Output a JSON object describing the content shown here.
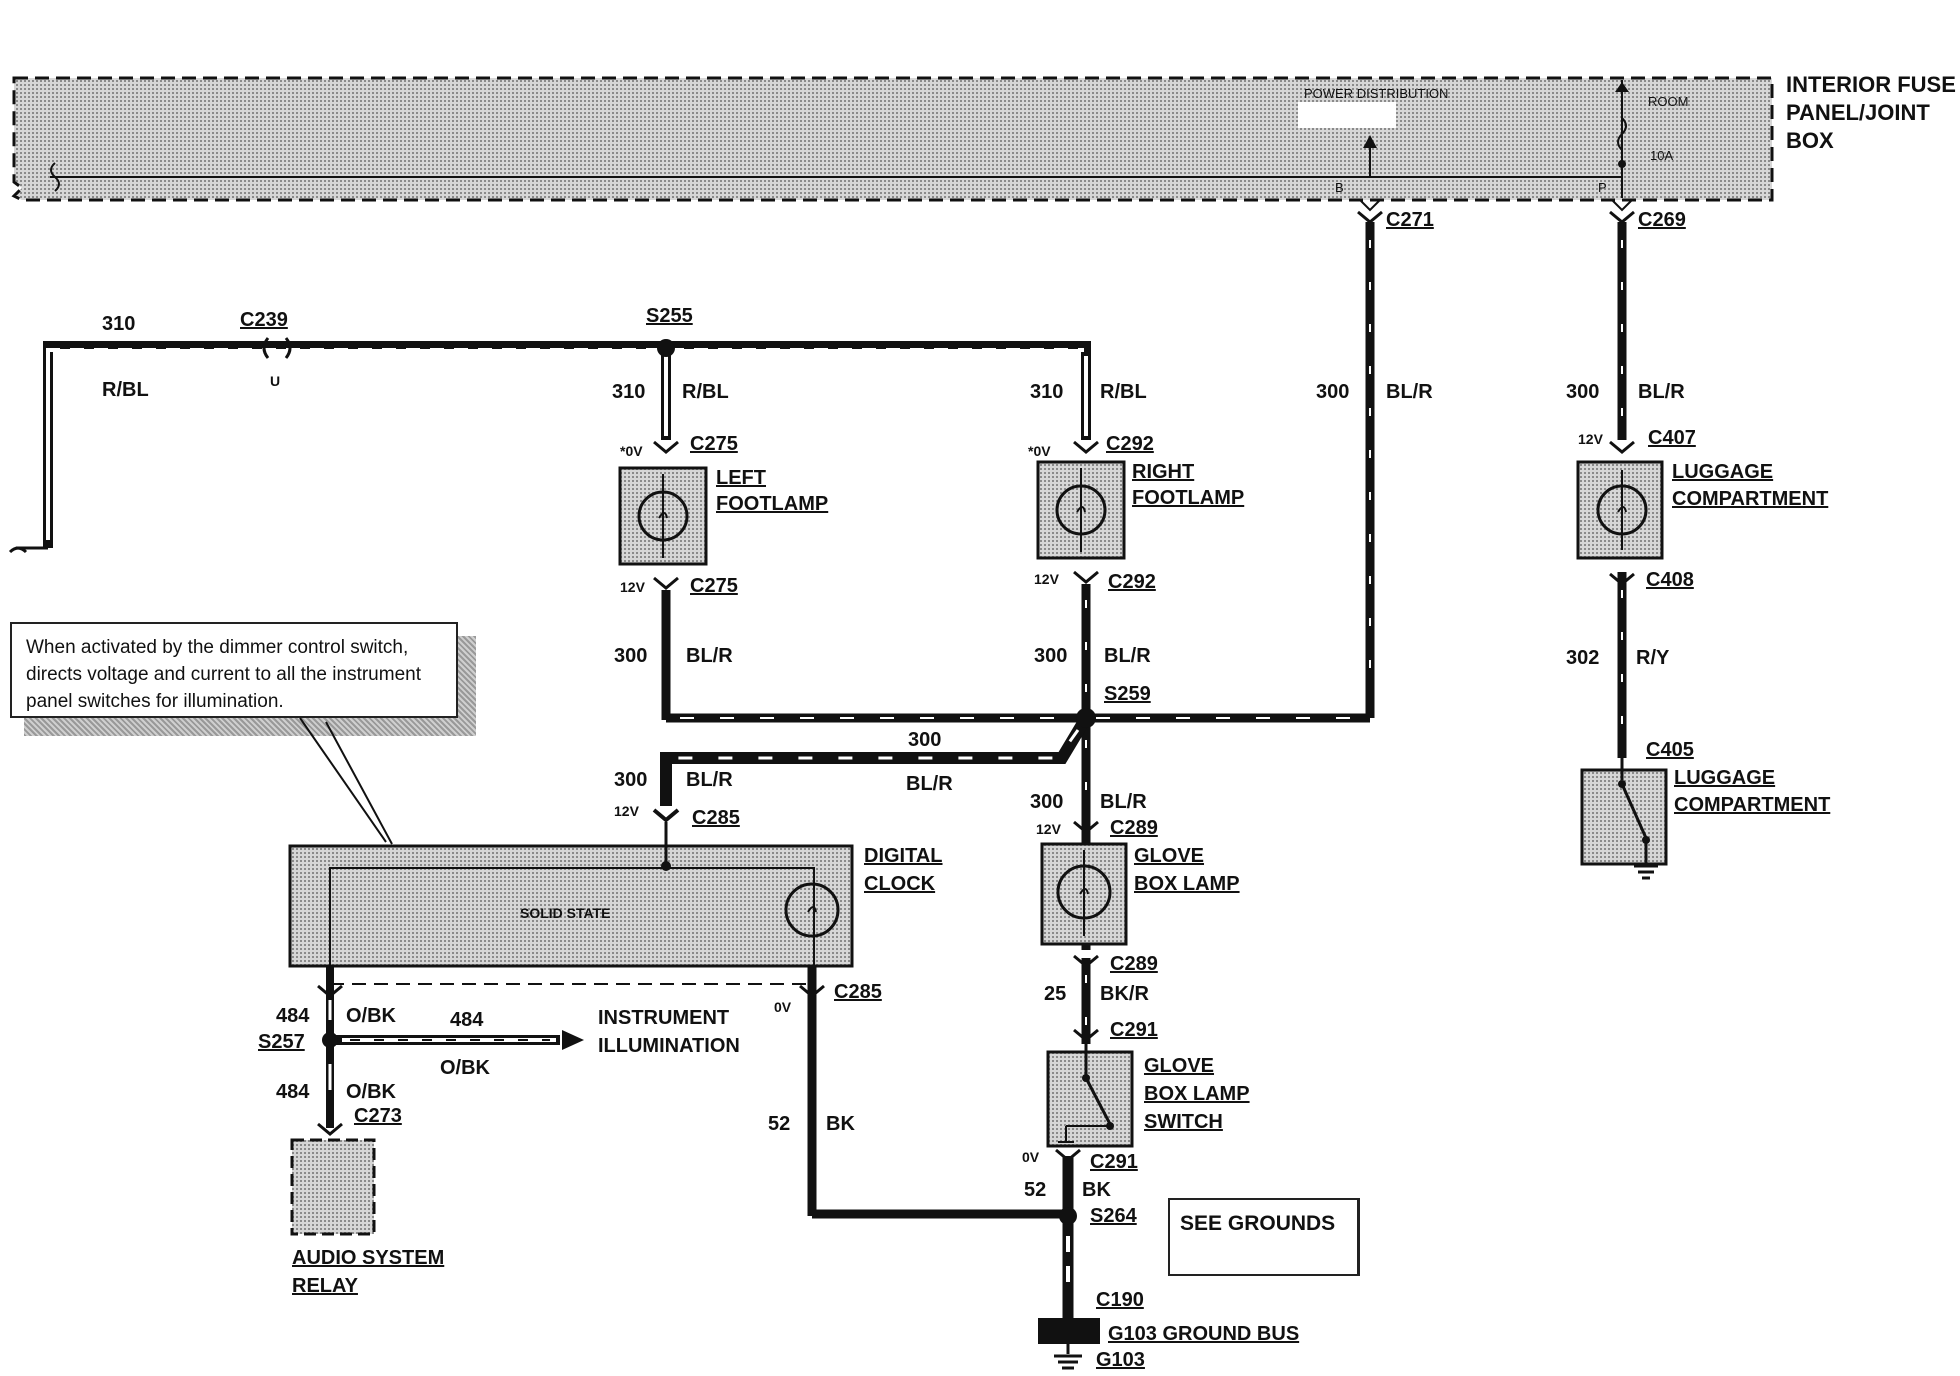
{
  "fuse_panel": {
    "name": "INTERIOR FUSE\nPANEL/JOINT\nBOX",
    "name_lines": [
      "INTERIOR FUSE",
      "PANEL/JOINT",
      "BOX"
    ],
    "power_distribution": "POWER DISTRIBUTION",
    "fuse_label": "ROOM",
    "fuse_rating": "10A",
    "pin_b": "B",
    "pin_p": "P"
  },
  "connectors": {
    "c271": "C271",
    "c269": "C269",
    "c239": "C239",
    "c239_pin": "U",
    "c275_top": "C275",
    "c275_bottom": "C275",
    "c292_top": "C292",
    "c292_bottom": "C292",
    "c407": "C407",
    "c408": "C408",
    "c405": "C405",
    "c285_top": "C285",
    "c285_bottom": "C285",
    "c289_top": "C289",
    "c289_bottom": "C289",
    "c291_top": "C291",
    "c291_bottom": "C291",
    "c273": "C273",
    "c190": "C190"
  },
  "splices": {
    "s255": "S255",
    "s259": "S259",
    "s257": "S257",
    "s264": "S264"
  },
  "wires": {
    "w310_top": "310",
    "rbl_left": "R/BL",
    "w310_left": "310",
    "rbl_left_lamp": "R/BL",
    "w310_right": "310",
    "rbl_right_lamp": "R/BL",
    "w300_feed": "300",
    "blr_feed": "BL/R",
    "w300_lug": "300",
    "blr_lug": "BL/R",
    "w300_left": "300",
    "blr_left": "BL/R",
    "w300_right": "300",
    "blr_right": "BL/R",
    "w302": "302",
    "ry": "R/Y",
    "w300_clock_a": "300",
    "blr_clock_a": "BL/R",
    "w300_mid": "300",
    "blr_mid": "BL/R",
    "w300_glove": "300",
    "blr_glove": "BL/R",
    "w25": "25",
    "bkr": "BK/R",
    "w484_top": "484",
    "obk_top": "O/BK",
    "w484_inst": "484",
    "obk_inst": "O/BK",
    "w484_bottom": "484",
    "obk_bottom": "O/BK",
    "w52_clock": "52",
    "bk_clock": "BK",
    "w52_ground": "52",
    "bk_ground": "BK"
  },
  "voltages": {
    "left_top": "*0V",
    "right_top": "*0V",
    "left_bottom": "12V",
    "right_bottom": "12V",
    "lug_top": "12V",
    "clock_in": "12V",
    "glove_top": "12V",
    "clock_out": "0V",
    "glove_switch": "0V"
  },
  "components": {
    "left_footlamp": [
      "LEFT",
      "FOOTLAMP"
    ],
    "right_footlamp": [
      "RIGHT",
      "FOOTLAMP"
    ],
    "luggage_lamp": [
      "LUGGAGE",
      "COMPARTMENT"
    ],
    "luggage_switch": [
      "LUGGAGE",
      "COMPARTMENT"
    ],
    "digital_clock": [
      "DIGITAL",
      "CLOCK"
    ],
    "solid_state": "SOLID STATE",
    "glove_box_lamp": [
      "GLOVE",
      "BOX LAMP"
    ],
    "glove_box_switch": [
      "GLOVE",
      "BOX LAMP",
      "SWITCH"
    ],
    "instrument_illumination": [
      "INSTRUMENT",
      "ILLUMINATION"
    ],
    "audio_relay": [
      "AUDIO SYSTEM",
      "RELAY"
    ],
    "ground_bus": "G103 GROUND BUS",
    "ground": "G103"
  },
  "note": "When activated by the dimmer control switch, directs voltage and current to all the instrument panel switches for illumination.",
  "see_grounds": "SEE GROUNDS",
  "colors": {
    "wire": "#111111",
    "component_fill": "#c8c8c8",
    "background": "#ffffff"
  }
}
